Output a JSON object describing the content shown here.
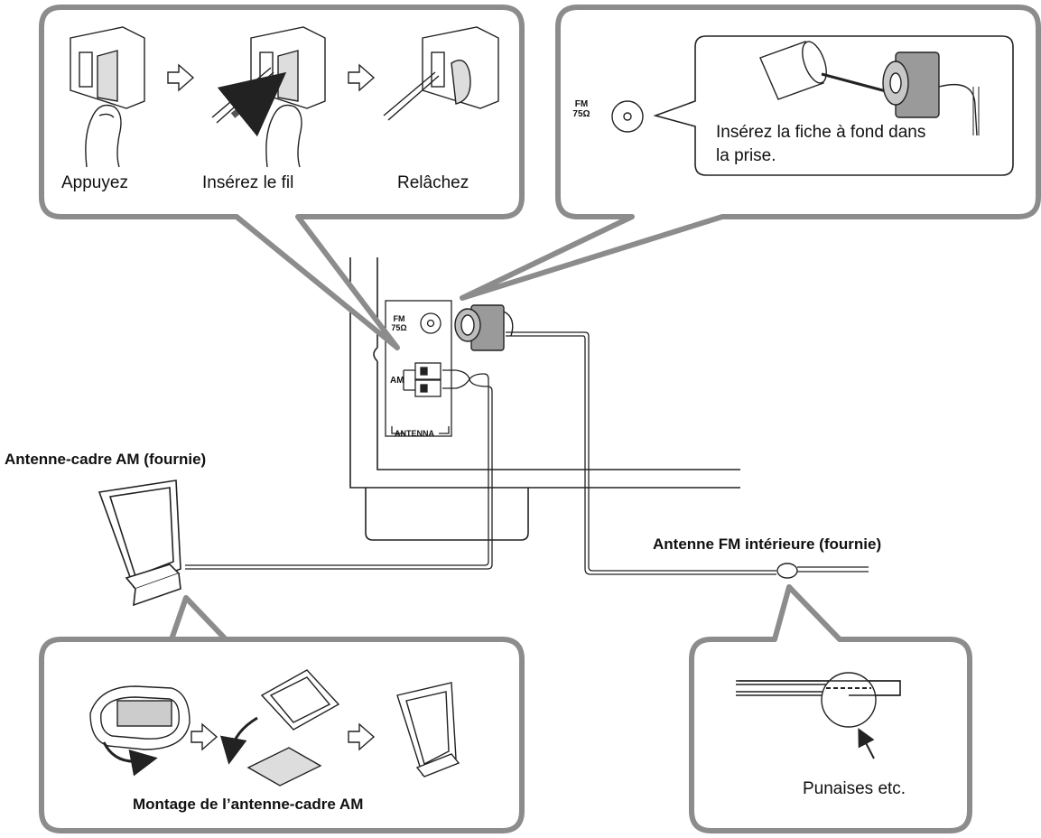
{
  "callout_top_left": {
    "steps": [
      {
        "label": "Appuyez"
      },
      {
        "label": "Insérez le fil"
      },
      {
        "label": "Relâchez"
      }
    ]
  },
  "callout_top_right": {
    "jack_label_fm": "FM",
    "jack_label_ohm": "75Ω",
    "instruction": "Insérez la fiche à fond dans la prise."
  },
  "panel": {
    "fm_label": "FM",
    "ohm_label": "75Ω",
    "am_label": "AM",
    "antenna_label": "ANTENNA"
  },
  "am_antenna_title": "Antenne-cadre AM (fournie)",
  "fm_antenna_title": "Antenne FM intérieure (fournie)",
  "callout_bottom_left": {
    "caption": "Montage de l’antenne-cadre AM"
  },
  "callout_bottom_right": {
    "caption": "Punaises etc."
  },
  "colors": {
    "callout_border": "#8c8c8c",
    "line": "#222222",
    "device_fill": "#ffffff",
    "plug_fill": "#9a9a9a"
  }
}
